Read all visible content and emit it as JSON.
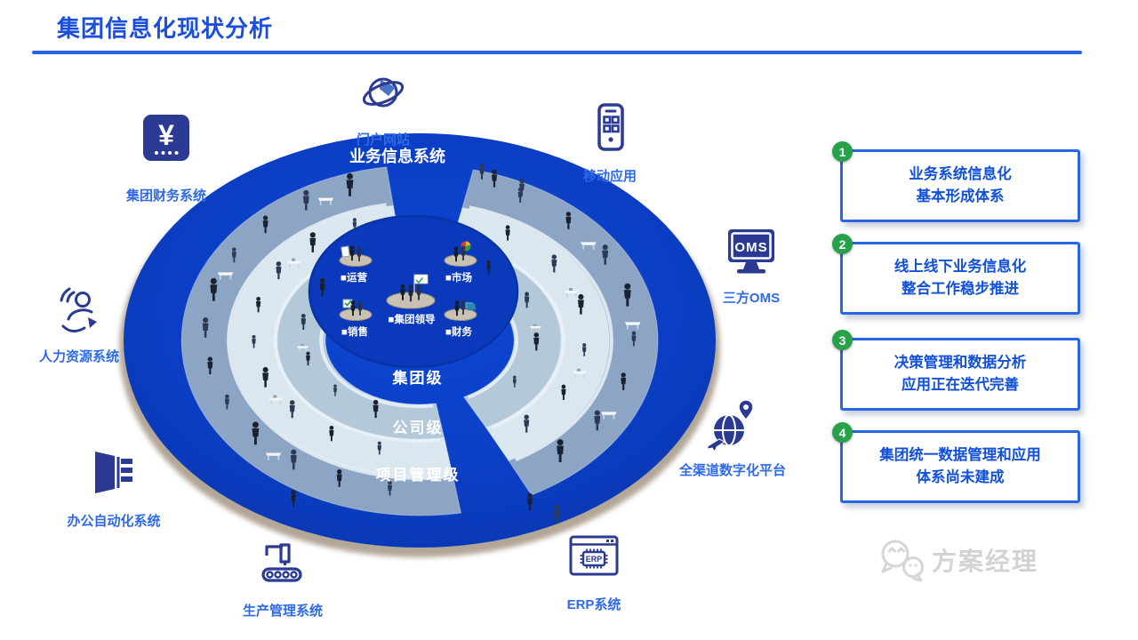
{
  "title": {
    "text": "集团信息化现状分析"
  },
  "colors": {
    "title_blue": "#1b4fdb",
    "rule_blue": "#2563e8",
    "ellipse_blue": "#0b3fc8",
    "icon_navy": "#2b3a92",
    "label_blue": "#2e6ae6",
    "box_border_blue": "#2667e2",
    "box_text_blue": "#1150d8",
    "badge_green": "#27a24a",
    "tier_outer": "#8da5c4",
    "tier_middle": "#dbe7ef",
    "tier_inner": "#b3c9da"
  },
  "diagram": {
    "top_label": "业务信息系统",
    "levels": [
      "集团级",
      "公司级",
      "项目管理级"
    ],
    "core": [
      {
        "label": "■运营"
      },
      {
        "label": "■市场"
      },
      {
        "label": "■销售"
      },
      {
        "label": "■集团领导"
      },
      {
        "label": "■财务"
      }
    ]
  },
  "systems": [
    {
      "id": "portal",
      "label": "门户网站",
      "icon": "globe-orbit-icon"
    },
    {
      "id": "mobile",
      "label": "移动应用",
      "icon": "mobile-app-icon"
    },
    {
      "id": "finance",
      "label": "集团财务系统",
      "icon": "yen-square-icon",
      "glyph": "¥"
    },
    {
      "id": "oms",
      "label": "三方OMS",
      "icon": "monitor-icon",
      "screen_text": "OMS"
    },
    {
      "id": "hr",
      "label": "人力资源系统",
      "icon": "people-growth-icon"
    },
    {
      "id": "omni",
      "label": "全渠道数字化平台",
      "icon": "globe-pin-plane-icon"
    },
    {
      "id": "oa",
      "label": "办公自动化系统",
      "icon": "document-book-icon"
    },
    {
      "id": "production",
      "label": "生产管理系统",
      "icon": "robot-arm-conveyor-icon"
    },
    {
      "id": "erp",
      "label": "ERP系统",
      "icon": "erp-chip-window-icon",
      "chip_text": "ERP"
    }
  ],
  "findings": [
    {
      "num": "1",
      "line1": "业务系统信息化",
      "line2": "基本形成体系"
    },
    {
      "num": "2",
      "line1": "线上线下业务信息化",
      "line2": "整合工作稳步推进"
    },
    {
      "num": "3",
      "line1": "决策管理和数据分析",
      "line2": "应用正在迭代完善"
    },
    {
      "num": "4",
      "line1": "集团统一数据管理和应用",
      "line2": "体系尚未建成"
    }
  ],
  "watermark": {
    "text": "方案经理",
    "icon": "wechat-bubbles-icon"
  }
}
